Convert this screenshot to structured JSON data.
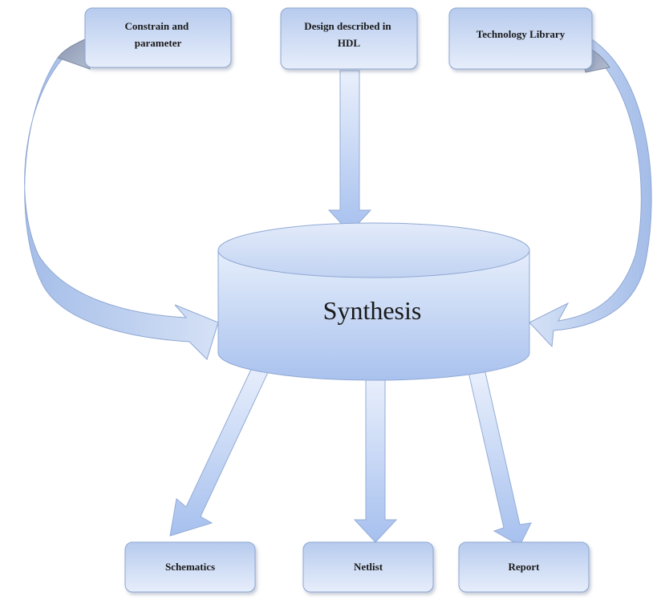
{
  "diagram": {
    "inputs": {
      "constraints": {
        "line1": "Constrain and",
        "line2": "parameter"
      },
      "hdl": {
        "line1": "Design described in",
        "line2": "HDL"
      },
      "library": {
        "label": "Technology Library"
      }
    },
    "process": {
      "label": "Synthesis"
    },
    "outputs": {
      "schematics": {
        "label": "Schematics"
      },
      "netlist": {
        "label": "Netlist"
      },
      "report": {
        "label": "Report"
      }
    }
  }
}
